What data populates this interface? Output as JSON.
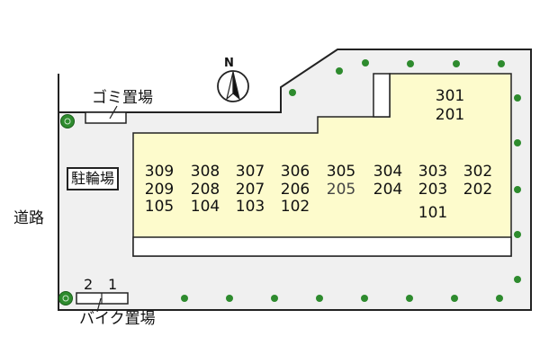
{
  "labels": {
    "garbage": "ゴミ置場",
    "bicycle": "駐輪場",
    "road": "道路",
    "bike": "バイク置場",
    "compass": "N",
    "bike_slot_2": "2",
    "bike_slot_1": "1"
  },
  "units": {
    "row3": [
      "309",
      "308",
      "307",
      "306",
      "305",
      "304",
      "303",
      "302"
    ],
    "row2": [
      "209",
      "208",
      "207",
      "206",
      "205",
      "204",
      "203",
      "202"
    ],
    "row1": [
      "105",
      "104",
      "103",
      "102",
      "101"
    ],
    "wing_upper": "301",
    "wing_lower": "201"
  },
  "colors": {
    "building": "#fdfbcc",
    "lot": "#f0f0f0",
    "tree": "#2e8b2e",
    "outline": "#222222"
  }
}
